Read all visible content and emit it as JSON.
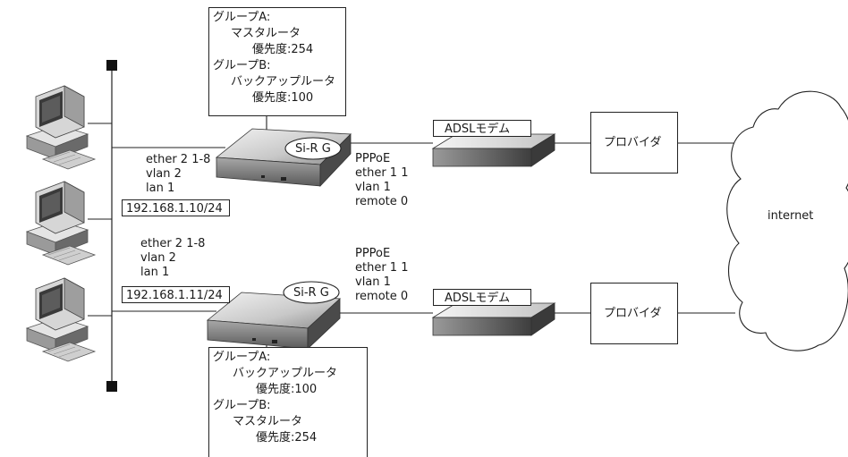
{
  "top_router": {
    "label": "Si-R G",
    "groups": [
      {
        "name": "グループA:",
        "role": "マスタルータ",
        "priority": "優先度:254"
      },
      {
        "name": "グループB:",
        "role": "バックアップルータ",
        "priority": "優先度:100"
      }
    ],
    "lan_side": [
      "ether 2 1-8",
      "vlan 2",
      "lan 1"
    ],
    "ip": "192.168.1.10/24",
    "wan_side": [
      "PPPoE",
      "ether 1 1",
      "vlan 1",
      "remote 0"
    ]
  },
  "bottom_router": {
    "label": "Si-R G",
    "groups": [
      {
        "name": "グループA:",
        "role": "バックアップルータ",
        "priority": "優先度:100"
      },
      {
        "name": "グループB:",
        "role": "マスタルータ",
        "priority": "優先度:254"
      }
    ],
    "lan_side": [
      "ether 2 1-8",
      "vlan 2",
      "lan 1"
    ],
    "ip": "192.168.1.11/24",
    "wan_side": [
      "PPPoE",
      "ether 1 1",
      "vlan 1",
      "remote 0"
    ]
  },
  "modem_label": "ADSLモデム",
  "provider_label": "プロバイダ",
  "internet_label": "internet"
}
